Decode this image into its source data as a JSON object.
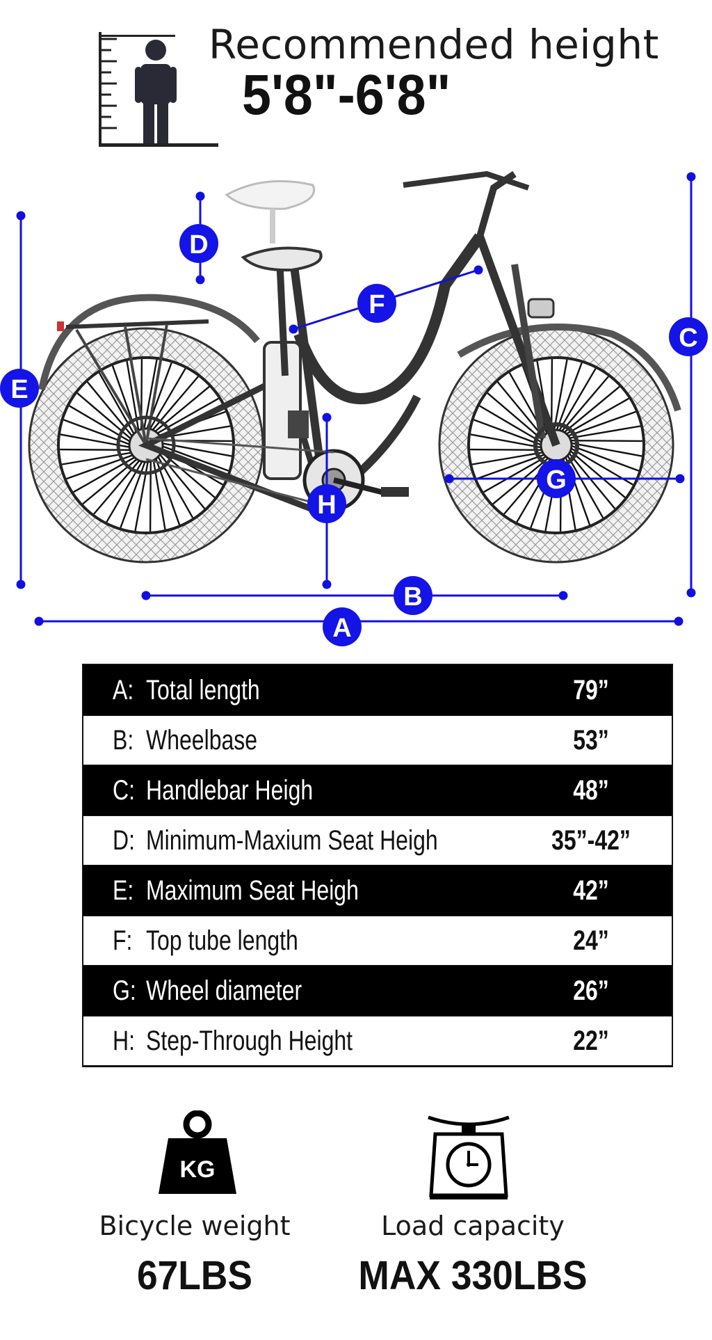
{
  "header": {
    "title": "Recommended height",
    "range": "5'8\"-6'8\""
  },
  "diagram": {
    "labels": {
      "a": "A",
      "b": "B",
      "c": "C",
      "d": "D",
      "e": "E",
      "f": "F",
      "g": "G",
      "h": "H"
    },
    "line_color": "#1010e0",
    "badge_color": "#1414e6"
  },
  "specs": [
    {
      "letter": "A:",
      "label": "Total length",
      "value": "79”"
    },
    {
      "letter": "B:",
      "label": "Wheelbase",
      "value": "53”"
    },
    {
      "letter": "C:",
      "label": "Handlebar Heigh",
      "value": "48”"
    },
    {
      "letter": "D:",
      "label": "Minimum-Maxium Seat Heigh",
      "value": "35”-42”"
    },
    {
      "letter": "E:",
      "label": "Maximum Seat Heigh",
      "value": "42”"
    },
    {
      "letter": "F:",
      "label": "Top tube length",
      "value": "24”"
    },
    {
      "letter": "G:",
      "label": "Wheel diameter",
      "value": "26”"
    },
    {
      "letter": "H:",
      "label": "Step-Through Height",
      "value": "22”"
    }
  ],
  "weight": {
    "icon_text": "KG",
    "caption": "Bicycle weight",
    "value": "67LBS"
  },
  "capacity": {
    "caption": "Load capacity",
    "value": "MAX 330LBS"
  },
  "icons": {
    "height": "height-chart-person-icon",
    "weight": "kettlebell-weight-icon",
    "scale": "kitchen-scale-icon"
  }
}
